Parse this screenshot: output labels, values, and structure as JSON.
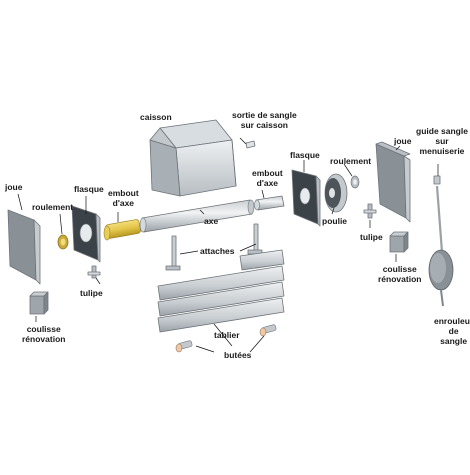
{
  "diagram": {
    "labels": {
      "caisson": "caisson",
      "sortie_sangle": "sortie de sangle\nsur caisson",
      "joue_left": "joue",
      "roulement_left": "roulement",
      "flasque_left": "flasque",
      "embout_axe_left": "embout\nd'axe",
      "axe": "axe",
      "embout_axe_right": "embout\nd'axe",
      "flasque_right": "flasque",
      "roulement_right": "roulement",
      "joue_right": "joue",
      "guide_sangle": "guide sangle\nsur\nmenuiserie",
      "poulie": "poulie",
      "tulipe_left": "tulipe",
      "tulipe_right": "tulipe",
      "attaches": "attaches",
      "coulisse_left": "coulisse\nrénovation",
      "coulisse_right": "coulisse\nrénovation",
      "tablier": "tablier",
      "butees": "butées",
      "enrouleur": "enrouleur\nde\nsangle"
    },
    "colors": {
      "metal_light": "#dfe3e6",
      "metal_mid": "#b9bfc4",
      "metal_dark": "#7e868c",
      "panel_dark": "#3b4248",
      "gold": "#e3c54a",
      "gold_dark": "#b89a22",
      "label_text": "#1a1a1a"
    }
  }
}
